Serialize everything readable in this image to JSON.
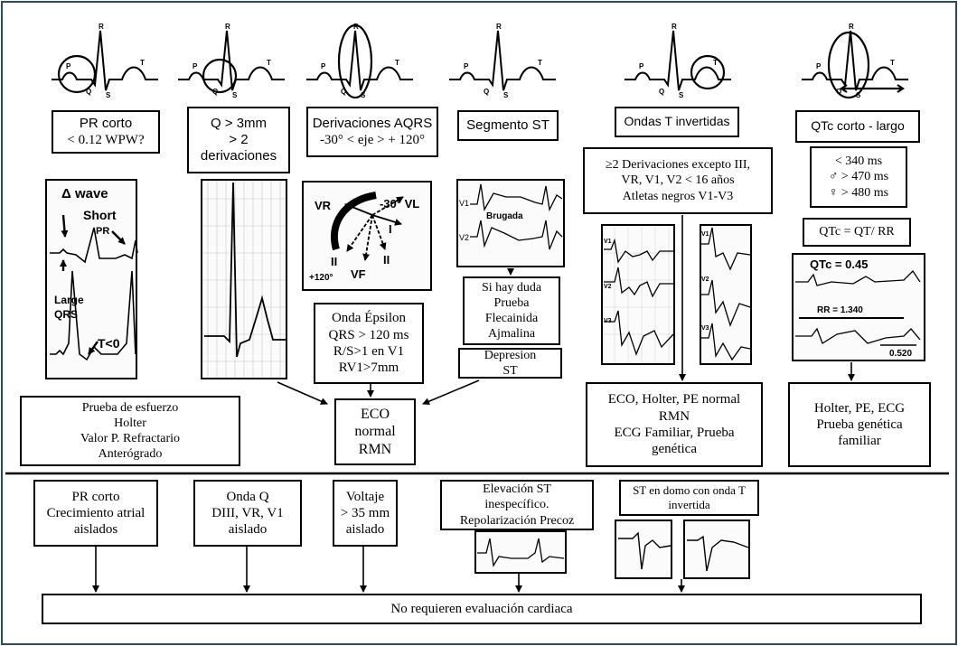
{
  "colors": {
    "frame": "#2b4a63",
    "line": "#000000",
    "grid": "#cfcfcf"
  },
  "waveforms": {
    "peak_label": "R",
    "p_label": "P",
    "q_label": "Q",
    "s_label": "S",
    "t_label": "T",
    "items": [
      {
        "highlight": "pr-circle"
      },
      {
        "highlight": "q-circle"
      },
      {
        "highlight": "qrs-ellipse"
      },
      {
        "highlight": "none"
      },
      {
        "highlight": "t-circle"
      },
      {
        "highlight": "qt-interval"
      }
    ]
  },
  "top": {
    "pr": [
      "PR corto",
      "< 0.12 WPW?"
    ],
    "q": [
      "Q > 3mm",
      "> 2",
      "derivaciones"
    ],
    "axis": [
      "Derivaciones AQRS",
      "-30° < eje > + 120°"
    ],
    "st": [
      "Segmento ST"
    ],
    "t": [
      "Ondas T invertidas"
    ],
    "qtc": [
      "QTc corto - largo"
    ]
  },
  "wpw_img": {
    "delta": "Δ wave",
    "short": "Short",
    "pr": "PR",
    "large": "Large",
    "qrs": "QRS",
    "tq": "T<0"
  },
  "axis_img": {
    "vr": "VR",
    "vl": "-30° VL",
    "i": "I",
    "ii_left": "II",
    "ii": "II",
    "vf": "VF",
    "deg120": "+120°"
  },
  "brugada_img": {
    "v1": "V1",
    "v2": "V2",
    "label": "Brugada"
  },
  "twave_img": {
    "v1a": "V1",
    "v2a": "V2",
    "v3a": "V3",
    "v1b": "V1",
    "v2b": "V2",
    "v3b": "V3"
  },
  "qt_img": {
    "qtc": "QTc = 0.45",
    "rr": "RR = 1.340",
    "val": "0.520"
  },
  "boxes": {
    "exercise": [
      "Prueba de esfuerzo",
      "Holter",
      "Valor P. Refractario",
      "Anterógrado"
    ],
    "epsilon": [
      "Onda Épsilon",
      "QRS > 120 ms",
      "R/S>1 en V1",
      "RV1>7mm"
    ],
    "eco": [
      "ECO",
      "normal",
      "RMN"
    ],
    "doubt": [
      "Si hay duda",
      "Prueba",
      "Flecainida",
      "Ajmalina"
    ],
    "depression": [
      "Depresion",
      "ST"
    ],
    "leads": [
      "≥2 Derivaciones excepto III,",
      "VR, V1, V2 < 16 años",
      "Atletas negros V1-V3"
    ],
    "qtc_values": [
      "< 340 ms",
      "♂ > 470 ms",
      "♀ > 480 ms"
    ],
    "formula": [
      "QTc = QT/ RR"
    ],
    "eco_holter": [
      "ECO, Holter, PE normal",
      "RMN",
      "ECG  Familiar, Prueba",
      "genética"
    ],
    "holter_pe": [
      "Holter, PE, ECG",
      "Prueba genética",
      "familiar"
    ]
  },
  "bottom": {
    "pr": [
      "PR corto",
      "Crecimiento atrial",
      "aislados"
    ],
    "q": [
      "Onda Q",
      "DIII, VR, V1",
      "aislado"
    ],
    "volt": [
      "Voltaje",
      "> 35 mm",
      "aislado"
    ],
    "elev": [
      "Elevación ST",
      "inespecífico.",
      "Repolarización Precoz"
    ],
    "dome": [
      "ST en domo con onda T",
      "invertida"
    ],
    "final": "No requieren evaluación cardiaca"
  }
}
